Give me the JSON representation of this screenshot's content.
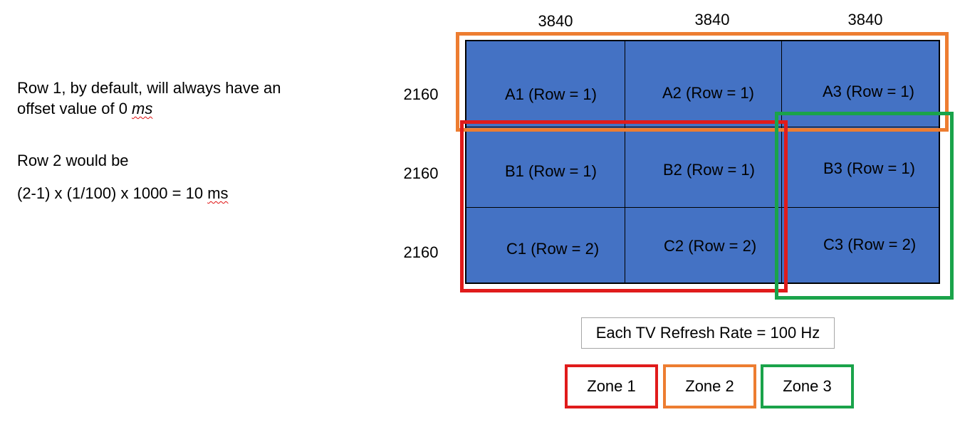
{
  "notes": {
    "line1a": "Row 1, by default, will always have an",
    "line1b_prefix": "offset value of 0 ",
    "line1b_unit": "ms",
    "line2": "Row 2 would be",
    "line3_prefix": "(2-1) x (1/100) x 1000 = 10 ",
    "line3_unit": "ms"
  },
  "column_widths": [
    "3840",
    "3840",
    "3840"
  ],
  "row_heights": [
    "2160",
    "2160",
    "2160"
  ],
  "cells": [
    [
      "A1 (Row = 1)",
      "A2 (Row = 1)",
      "A3 (Row = 1)"
    ],
    [
      "B1 (Row = 1)",
      "B2 (Row = 1)",
      "B3 (Row = 1)"
    ],
    [
      "C1 (Row = 2)",
      "C2 (Row = 2)",
      "C3 (Row = 2)"
    ]
  ],
  "refresh_label": "Each TV Refresh Rate = 100 Hz",
  "zones": [
    {
      "label": "Zone 1",
      "color": "#e01b1b"
    },
    {
      "label": "Zone 2",
      "color": "#ed7d31"
    },
    {
      "label": "Zone 3",
      "color": "#1aa34a"
    }
  ],
  "colors": {
    "tile_fill": "#4472c4",
    "grid_lines": "#000000",
    "refresh_border": "#a6a6a6"
  }
}
